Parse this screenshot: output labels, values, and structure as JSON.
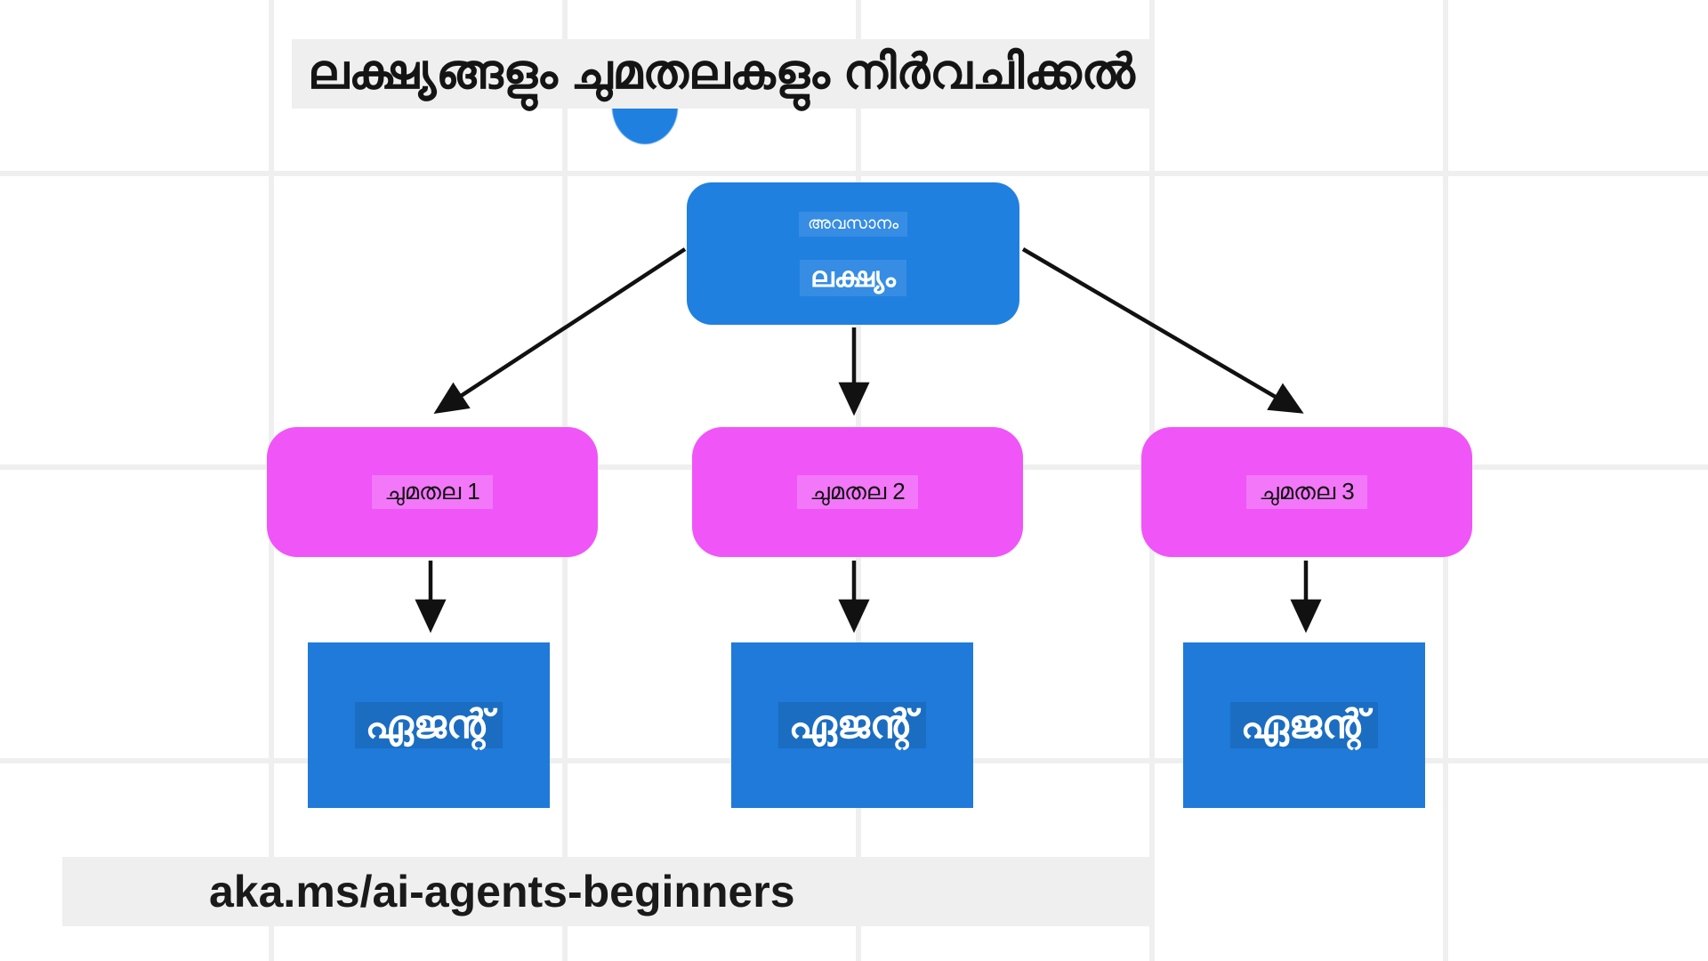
{
  "page": {
    "title": "ലക്ഷ്യങ്ങളും ചുമതലകളും നിർവചിക്കൽ",
    "footer_url": "aka.ms/ai-agents-beginners",
    "background_color": "#ffffff",
    "grid_line_color": "#efefef",
    "highlight_band_color": "#efefef"
  },
  "diagram": {
    "type": "flowchart",
    "orientation": "top-down",
    "accent_blue": "#2080e0",
    "accent_pink": "#f055f8",
    "edge_color": "#111111",
    "goal_node": {
      "subtitle": "അവസാനം",
      "label": "ലക്ഷ്യം",
      "shape": "rounded-rectangle",
      "color": "#2080e0"
    },
    "task_nodes": [
      {
        "label": "ചുമതല 1",
        "shape": "rounded-rectangle",
        "color": "#f055f8"
      },
      {
        "label": "ചുമതല 2",
        "shape": "rounded-rectangle",
        "color": "#f055f8"
      },
      {
        "label": "ചുമതല 3",
        "shape": "rounded-rectangle",
        "color": "#f055f8"
      }
    ],
    "agent_nodes": [
      {
        "label": "ഏജന്റ്",
        "shape": "rectangle",
        "color": "#1f7ad9"
      },
      {
        "label": "ഏജന്റ്",
        "shape": "rectangle",
        "color": "#1f7ad9"
      },
      {
        "label": "ഏജന്റ്",
        "shape": "rectangle",
        "color": "#1f7ad9"
      }
    ],
    "edges": [
      {
        "from": "goal_node",
        "to": "task_nodes.0",
        "style": "arrow"
      },
      {
        "from": "goal_node",
        "to": "task_nodes.1",
        "style": "arrow"
      },
      {
        "from": "goal_node",
        "to": "task_nodes.2",
        "style": "arrow"
      },
      {
        "from": "task_nodes.0",
        "to": "agent_nodes.0",
        "style": "arrow"
      },
      {
        "from": "task_nodes.1",
        "to": "agent_nodes.1",
        "style": "arrow"
      },
      {
        "from": "task_nodes.2",
        "to": "agent_nodes.2",
        "style": "arrow"
      }
    ]
  }
}
